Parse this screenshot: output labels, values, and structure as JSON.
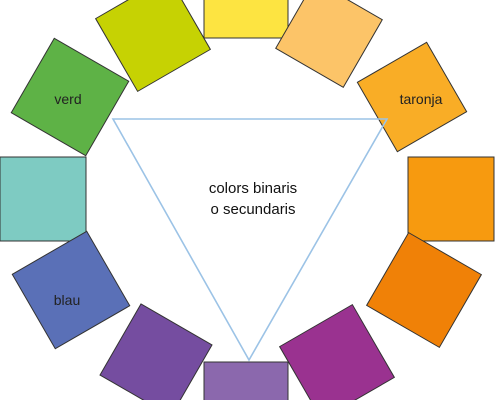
{
  "wheel": {
    "labels": {
      "green": "verd",
      "orange": "taronja",
      "blue": "blau"
    },
    "center": {
      "line1": "colors binaris",
      "line2": "o secundaris"
    },
    "colors": {
      "yellow": "#fde441",
      "yellow_orange": "#fcc468",
      "orange_light": "#f9ad26",
      "orange": "#f79a0f",
      "red_orange": "#f08107",
      "magenta": "#9a3290",
      "violet": "#8b68ad",
      "purple": "#754da0",
      "blue": "#5a70b7",
      "teal": "#7ecbc2",
      "green": "#5eb246",
      "yellow_green": "#c6d203",
      "label_blue": "#3a3596",
      "triangle": "#9cc3e6"
    }
  }
}
